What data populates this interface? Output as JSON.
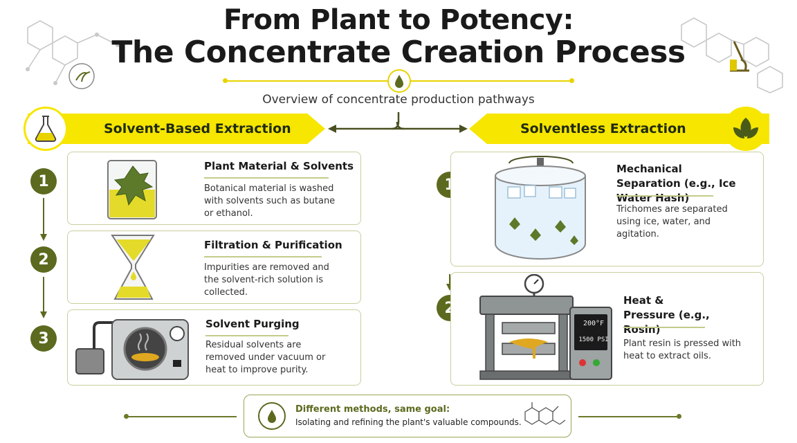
{
  "title": {
    "line1": "From Plant to Potency:",
    "line2": "The Concentrate Creation Process"
  },
  "subtitle": "Overview of concentrate production pathways",
  "colors": {
    "yellow": "#f6e600",
    "olive": "#5b6a1e",
    "card_border": "#c9cf9c"
  },
  "solvent": {
    "heading": "Solvent-Based Extraction",
    "icon": "flask-icon",
    "steps": [
      {
        "number": "1",
        "title": "Plant Material & Solvents",
        "desc": "Botanical material is washed with solvents such as butane or ethanol.",
        "icon": "beaker-icon"
      },
      {
        "number": "2",
        "title": "Filtration & Purification",
        "desc": "Impurities are removed and the solvent-rich solution is collected.",
        "icon": "funnel-icon"
      },
      {
        "number": "3",
        "title": "Solvent Purging",
        "desc": "Residual solvents are removed under vacuum or heat to improve purity.",
        "icon": "vacuum-oven-icon"
      }
    ]
  },
  "solventless": {
    "heading": "Solventless Extraction",
    "icon": "leaf-icon",
    "steps": [
      {
        "number": "1",
        "title": "Mechanical Separation (e.g., Ice Water Hash)",
        "desc": "Trichomes are separated using ice, water, and agitation.",
        "icon": "ice-agitator-icon"
      },
      {
        "number": "2",
        "title": "Heat & Pressure (e.g., Rosin)",
        "desc": "Plant resin is pressed with heat to extract oils.",
        "icon": "rosin-press-icon",
        "press_readout": {
          "temp": "200°F",
          "pressure": "1500 PSI"
        }
      }
    ]
  },
  "footer": {
    "title": "Different methods, same goal:",
    "text": "Isolating and refining the plant's valuable compounds."
  }
}
